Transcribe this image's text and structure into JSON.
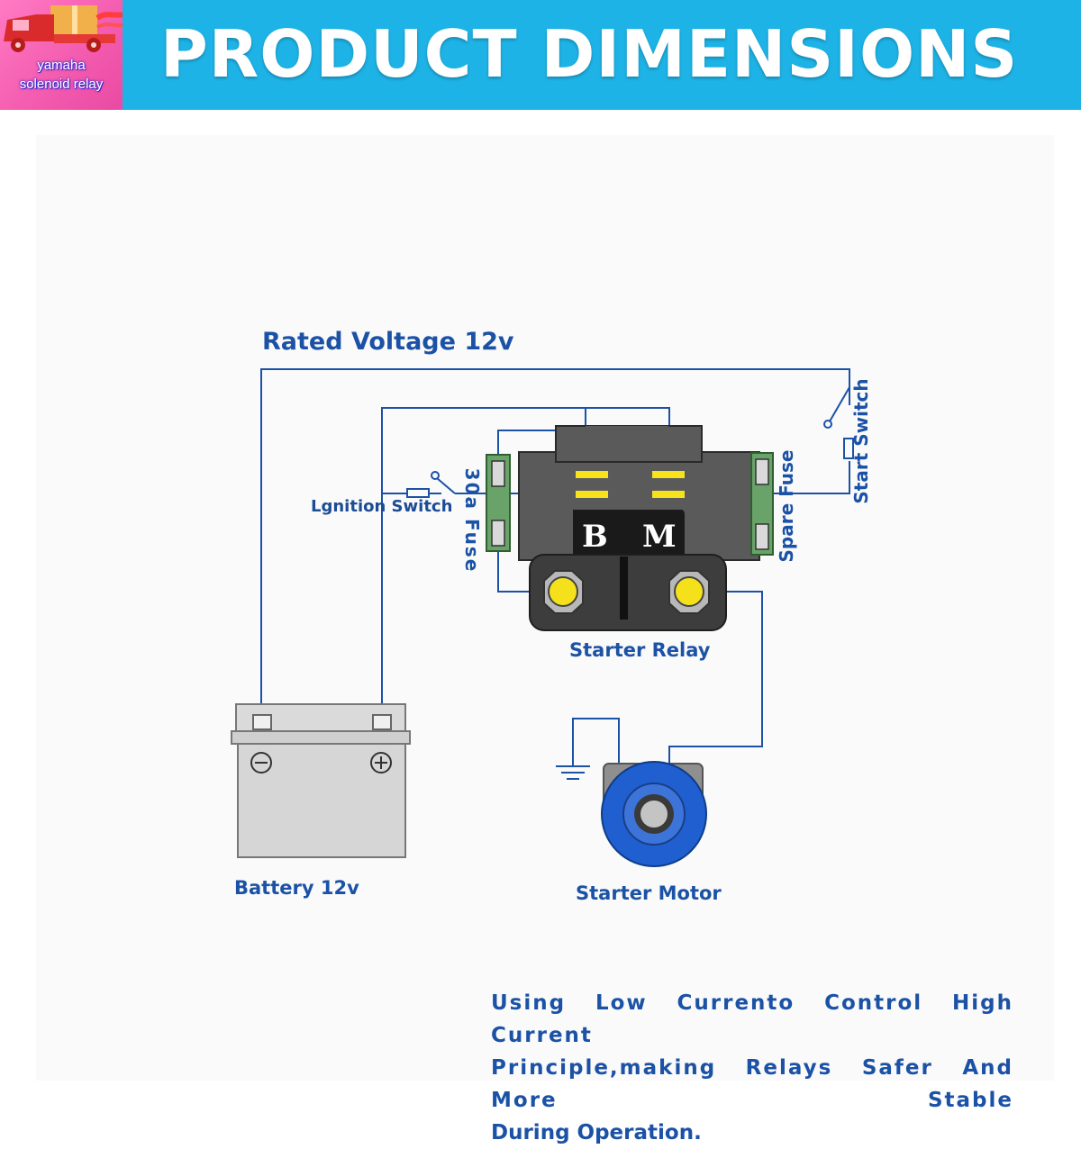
{
  "header": {
    "title": "PRODUCT DIMENSIONS",
    "background_color": "#1eb3e6",
    "logo": {
      "line1": "yamaha",
      "line2": "solenoid relay",
      "icon": "delivery-truck-icon"
    }
  },
  "diagram": {
    "rated_voltage": "Rated Voltage 12v",
    "ignition_switch": "Lgnition Switch",
    "start_switch": "Start Switch",
    "fuse_30a": "30a Fuse",
    "spare_fuse": "Spare Fuse",
    "relay_terminal_b": "B",
    "relay_terminal_m": "M",
    "starter_relay": "Starter Relay",
    "battery": "Battery 12v",
    "starter_motor": "Starter Motor",
    "wire_color": "#1b52a6",
    "battery_icons": [
      "minus-terminal-icon",
      "plus-terminal-icon"
    ],
    "ground_icon": "ground-icon"
  },
  "footer": {
    "line1": "Using Low Currento Control High Current",
    "line2": "Principle,making Relays Safer And More Stable",
    "line3": "During Operation."
  }
}
